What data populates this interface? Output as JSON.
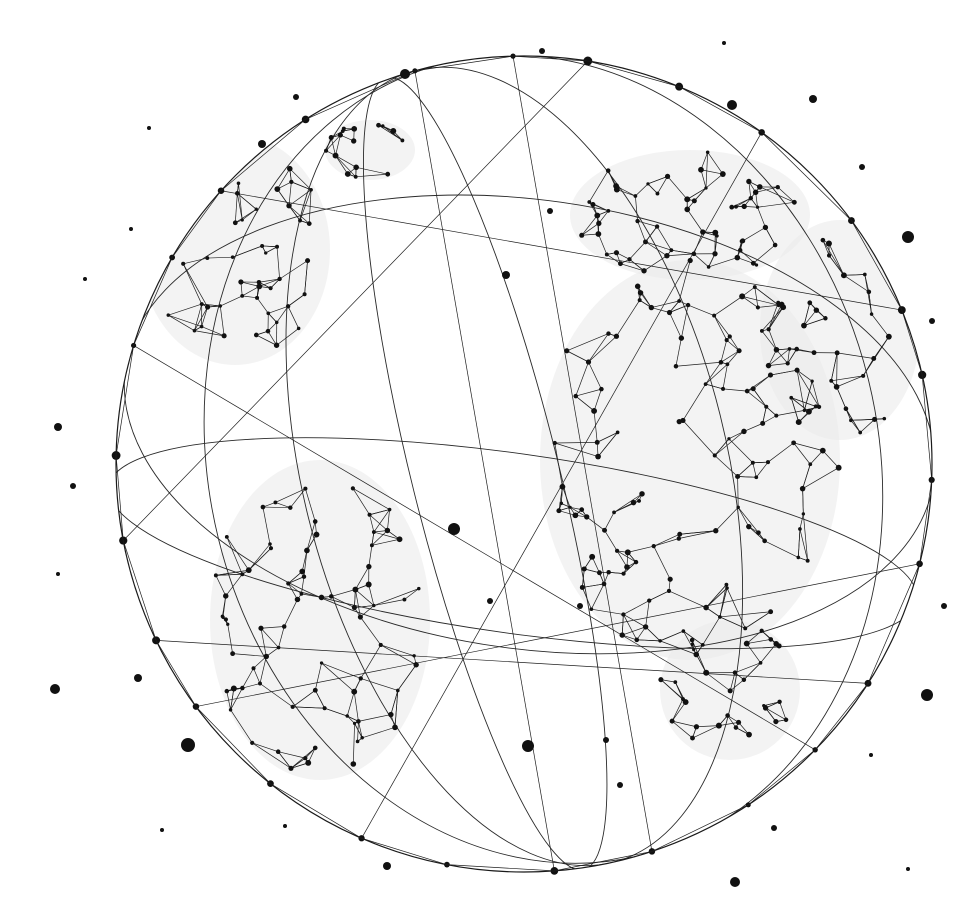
{
  "image": {
    "subject": "",
    "colors": {
      "background": "#ffffff",
      "ink": "#111111",
      "shading": "#e9e9e9"
    },
    "regions": [
      {
        "key": "north-america"
      },
      {
        "key": "south-america"
      },
      {
        "key": "europe"
      },
      {
        "key": "africa"
      },
      {
        "key": "asia"
      },
      {
        "key": "oceania"
      },
      {
        "key": "greenland"
      }
    ]
  }
}
